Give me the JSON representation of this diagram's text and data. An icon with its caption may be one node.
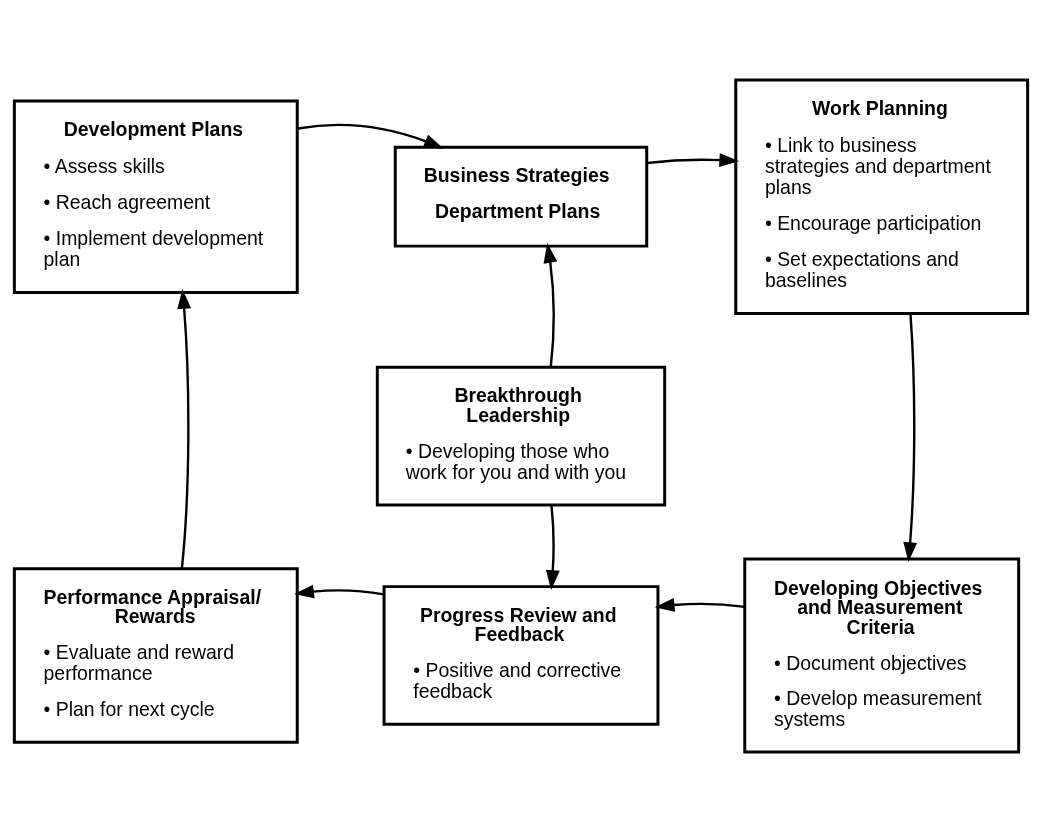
{
  "diagram": {
    "nodes": [
      {
        "text": [
          "Business Strategies",
          "Department Plans"
        ]
      },
      {
        "text": [
          "Work Planning",
          "• Link to business strategies and department plans",
          "• Encourage participation",
          "• Set expectations and baselines"
        ]
      },
      {
        "text": [
          "Developing Objectives and Measurement Criteria",
          "• Document objectives",
          "• Develop measurement systems"
        ]
      },
      {
        "text": [
          "Progress Review and Feedback",
          "• Positive and corrective feedback"
        ]
      },
      {
        "text": [
          "Performance Appraisal/ Rewards",
          "• Evaluate and reward performance",
          "• Plan for next cycle"
        ]
      },
      {
        "text": [
          "Development Plans",
          "• Assess skills",
          "• Reach agreement",
          "• Implement development plan"
        ]
      },
      {
        "text": [
          "Breakthrough Leadership",
          "• Developing those who work for you and with you"
        ]
      }
    ],
    "edges": [
      {
        "from": 5,
        "to": 0,
        "arrow": "to"
      },
      {
        "from": 0,
        "to": 1,
        "arrow": "to"
      },
      {
        "from": 1,
        "to": 2,
        "arrow": "to"
      },
      {
        "from": 2,
        "to": 3,
        "arrow": "to"
      },
      {
        "from": 3,
        "to": 4,
        "arrow": "to"
      },
      {
        "from": 4,
        "to": 5,
        "arrow": "to"
      },
      {
        "from": 6,
        "to": 0,
        "arrow": "to"
      },
      {
        "from": 6,
        "to": 3,
        "arrow": "to"
      }
    ]
  }
}
